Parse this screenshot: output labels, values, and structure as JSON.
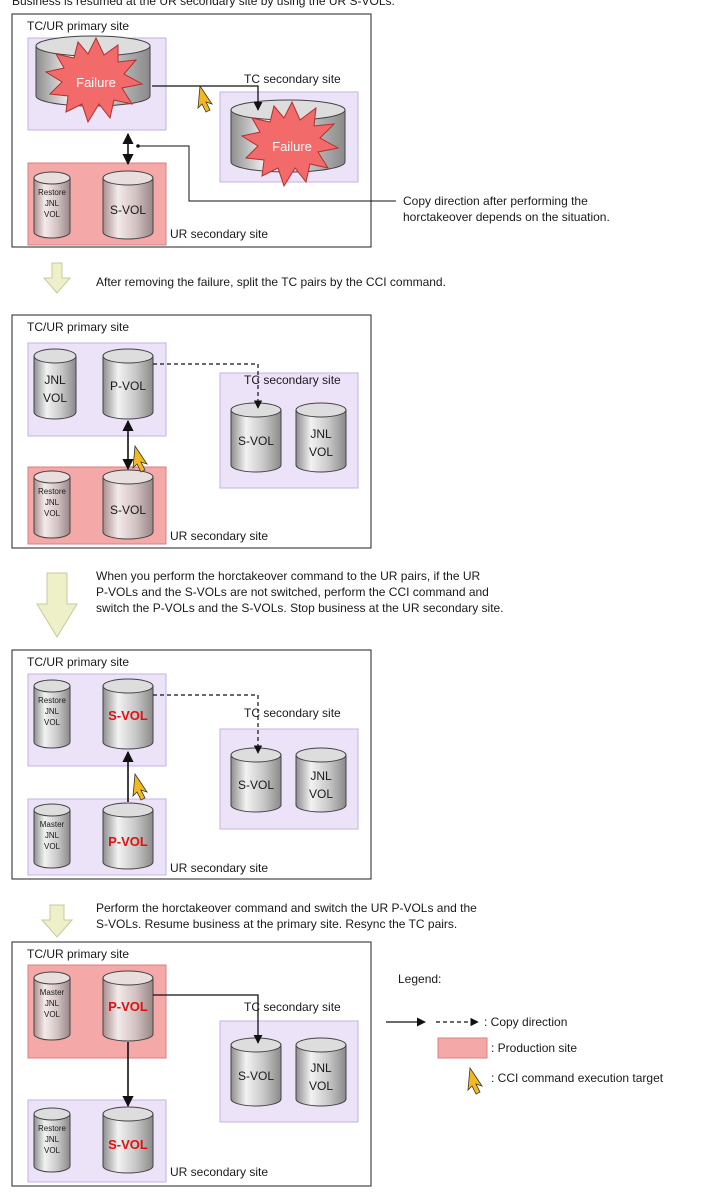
{
  "header_text": "Business is resumed at the UR secondary site by using the UR S-VOLs.",
  "panels": [
    {
      "primary_site": "TC/UR primary site",
      "tc_site": "TC secondary site",
      "ur_site": "UR secondary site",
      "failure_primary": "Failure",
      "failure_tc": "Failure",
      "ur_vol_left": [
        "Restore",
        "JNL",
        "VOL"
      ],
      "ur_vol_right": "S-VOL",
      "note": [
        "Copy direction after performing the",
        "horctakeover depends on the situation."
      ]
    },
    {
      "primary_site": "TC/UR primary site",
      "tc_site": "TC secondary site",
      "ur_site": "UR secondary site",
      "pri_vol_left": [
        "JNL",
        "VOL"
      ],
      "pri_vol_right": "P-VOL",
      "tc_vol_left": "S-VOL",
      "tc_vol_right": [
        "JNL",
        "VOL"
      ],
      "ur_vol_left": [
        "Restore",
        "JNL",
        "VOL"
      ],
      "ur_vol_right": "S-VOL"
    },
    {
      "primary_site": "TC/UR primary site",
      "tc_site": "TC secondary site",
      "ur_site": "UR secondary site",
      "pri_vol_left": [
        "Restore",
        "JNL",
        "VOL"
      ],
      "pri_vol_right": "S-VOL",
      "tc_vol_left": "S-VOL",
      "tc_vol_right": [
        "JNL",
        "VOL"
      ],
      "ur_vol_left": [
        "Master",
        "JNL",
        "VOL"
      ],
      "ur_vol_right": "P-VOL"
    },
    {
      "primary_site": "TC/UR primary site",
      "tc_site": "TC secondary site",
      "ur_site": "UR secondary site",
      "pri_vol_left": [
        "Master",
        "JNL",
        "VOL"
      ],
      "pri_vol_right": "P-VOL",
      "tc_vol_left": "S-VOL",
      "tc_vol_right": [
        "JNL",
        "VOL"
      ],
      "ur_vol_left": [
        "Restore",
        "JNL",
        "VOL"
      ],
      "ur_vol_right": "S-VOL"
    }
  ],
  "steps": [
    [
      "After removing the failure, split the TC pairs by the CCI command."
    ],
    [
      "When you perform the horctakeover command to the UR pairs, if the UR",
      "P-VOLs and the S-VOLs are not switched, perform the CCI command and",
      "switch the P-VOLs and the S-VOLs. Stop business at the UR secondary site."
    ],
    [
      "Perform the horctakeover command and switch the UR P-VOLs and the",
      "S-VOLs. Resume business at the primary site. Resync the TC pairs."
    ]
  ],
  "legend": {
    "title": "Legend:",
    "copy_direction": ": Copy direction",
    "production_site": ": Production site",
    "cci_target": ": CCI command execution target"
  },
  "colors": {
    "site_fill": "#ece3f8",
    "site_stroke": "#c4b3e3",
    "production_fill": "#f5a8a8",
    "production_stroke": "#d88080",
    "failure_fill": "#f36a6a",
    "step_arrow": "#eef0c8",
    "highlight_text": "#e01010"
  }
}
